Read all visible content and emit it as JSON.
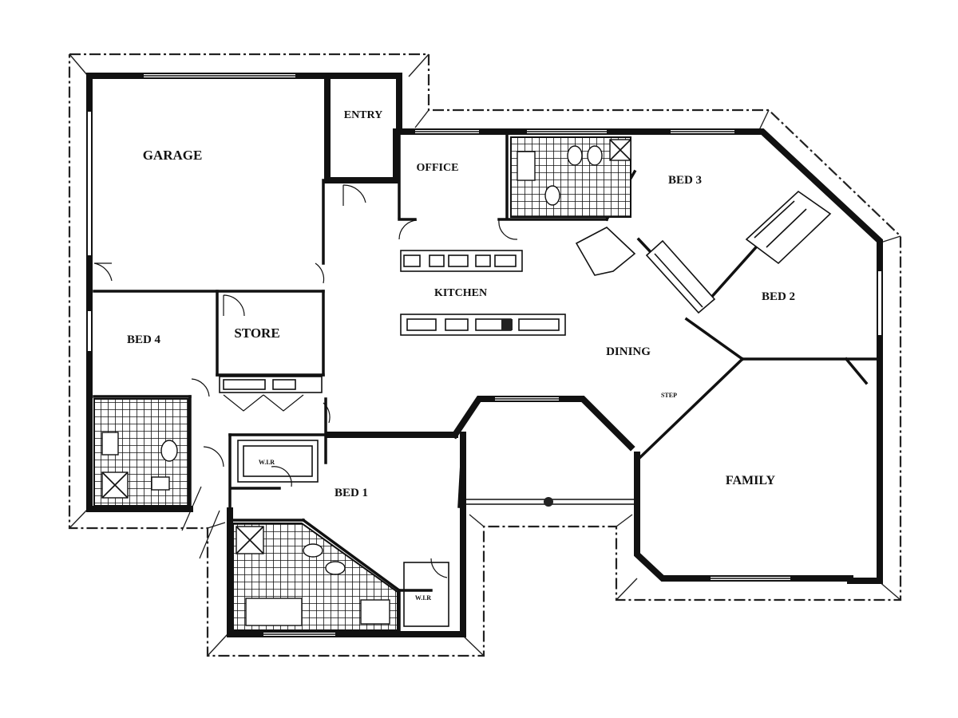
{
  "rooms": {
    "garage": "GARAGE",
    "entry": "ENTRY",
    "office": "OFFICE",
    "bed3": "BED 3",
    "kitchen": "KITCHEN",
    "bed2": "BED 2",
    "bed4": "BED 4",
    "store": "STORE",
    "dining": "DINING",
    "step": "STEP",
    "wir1": "W.I.R",
    "bed1": "BED 1",
    "family": "FAMILY",
    "wir2": "W.I.R"
  },
  "colors": {
    "line": "#111111",
    "background": "#ffffff"
  }
}
